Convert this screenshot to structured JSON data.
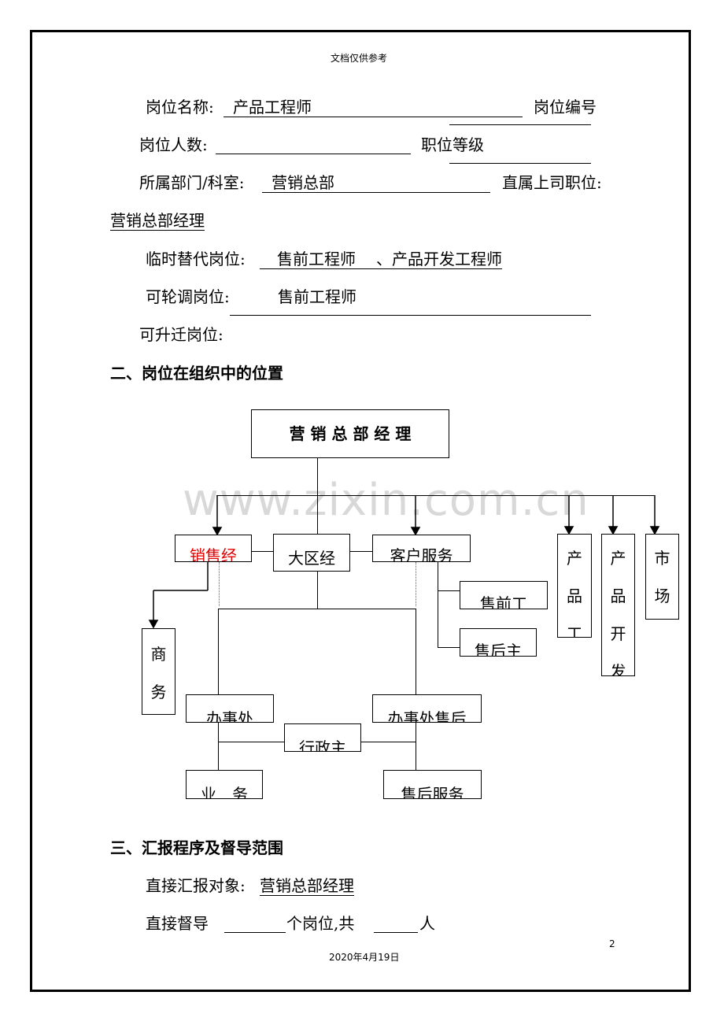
{
  "header_note": "文档仅供参考",
  "fields": {
    "post_name_label": "岗位名称:",
    "post_name_value": "产品工程师",
    "post_code_label": "岗位编号",
    "headcount_label": "岗位人数:",
    "grade_label": "职位等级",
    "dept_label": "所属部门/科室:",
    "dept_value": "营销总部",
    "superior_label": "直属上司职位:",
    "superior_value": "营销总部经理",
    "temp_sub_label": "临时替代岗位:",
    "temp_sub_value1": "售前工程师",
    "temp_sub_value2": "、产品开发工程师",
    "rotation_label": "可轮调岗位:",
    "rotation_value": "售前工程师",
    "promotion_label": "可升迁岗位:"
  },
  "section2_title": "二、岗位在组织中的位置",
  "org": {
    "top": "营 销 总 部 经 理",
    "sales": "销售经",
    "region": "大区经",
    "customer": "客户服务",
    "presale": "售前工",
    "aftersale": "售后主",
    "business": [
      "商",
      "务"
    ],
    "product_eng": [
      "产",
      "品",
      "工"
    ],
    "product_dev": [
      "产",
      "品",
      "开",
      "发"
    ],
    "market": [
      "市",
      "场"
    ],
    "office": "办事处",
    "office_after": "办事处售后",
    "admin": "行政主",
    "ops": "业　务",
    "service": "售后服务"
  },
  "watermark": "www.zixin.com.cn",
  "section3_title": "三、汇报程序及督导范围",
  "report_label": "直接汇报对象:",
  "report_value": "营销总部经理",
  "supervise_a": "直接督导",
  "supervise_b": "个岗位,共",
  "supervise_c": "人",
  "page_number": "2",
  "footer_date": "2020年4月19日"
}
